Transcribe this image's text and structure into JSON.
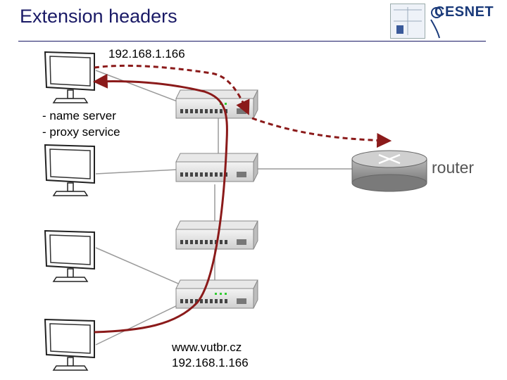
{
  "slide": {
    "title": "Extension headers"
  },
  "logos": {
    "cesnet": "CESNET"
  },
  "labels": {
    "top_ip": "192.168.1.166",
    "server_role_1": "- name server",
    "server_role_2": "- proxy service",
    "router": "router",
    "bottom_host": "www.vutbr.cz",
    "bottom_ip": "192.168.1.166"
  },
  "colors": {
    "title": "#1a1a66",
    "arrow": "#8b1a1a",
    "link": "#9a9a9a"
  }
}
